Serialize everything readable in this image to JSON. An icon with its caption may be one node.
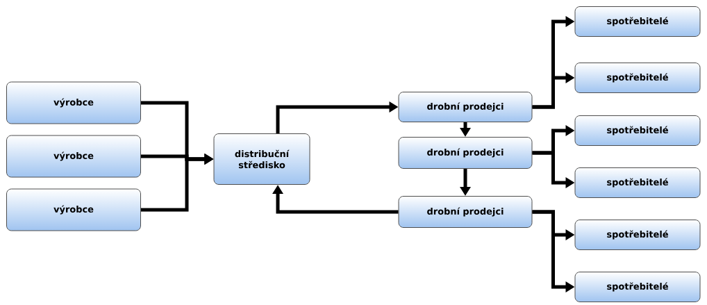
{
  "diagram": {
    "nodes": [
      {
        "text": [
          "výrobce"
        ]
      },
      {
        "text": [
          "výrobce"
        ]
      },
      {
        "text": [
          "výrobce"
        ]
      },
      {
        "text": [
          "distribuční středisko"
        ]
      },
      {
        "text": [
          "drobní prodejci"
        ]
      },
      {
        "text": [
          "drobní prodejci"
        ]
      },
      {
        "text": [
          "drobní prodejci"
        ]
      },
      {
        "text": [
          "spotřebitelé"
        ]
      },
      {
        "text": [
          "spotřebitelé"
        ]
      },
      {
        "text": [
          "spotřebitelé"
        ]
      },
      {
        "text": [
          "spotřebitelé"
        ]
      },
      {
        "text": [
          "spotřebitelé"
        ]
      },
      {
        "text": [
          "spotřebitelé"
        ]
      }
    ],
    "edges": [
      {
        "from": 0,
        "to": 3,
        "arrow": "to"
      },
      {
        "from": 1,
        "to": 3,
        "arrow": "to"
      },
      {
        "from": 2,
        "to": 3,
        "arrow": "to"
      },
      {
        "from": 3,
        "to": 4,
        "arrow": "to"
      },
      {
        "from": 4,
        "to": 5,
        "arrow": "to"
      },
      {
        "from": 5,
        "to": 6,
        "arrow": "to"
      },
      {
        "from": 6,
        "to": 3,
        "arrow": "to"
      },
      {
        "from": 4,
        "to": 7,
        "arrow": "to"
      },
      {
        "from": 4,
        "to": 8,
        "arrow": "to"
      },
      {
        "from": 5,
        "to": 9,
        "arrow": "to"
      },
      {
        "from": 5,
        "to": 10,
        "arrow": "to"
      },
      {
        "from": 6,
        "to": 11,
        "arrow": "to"
      },
      {
        "from": 6,
        "to": 12,
        "arrow": "to"
      }
    ]
  }
}
